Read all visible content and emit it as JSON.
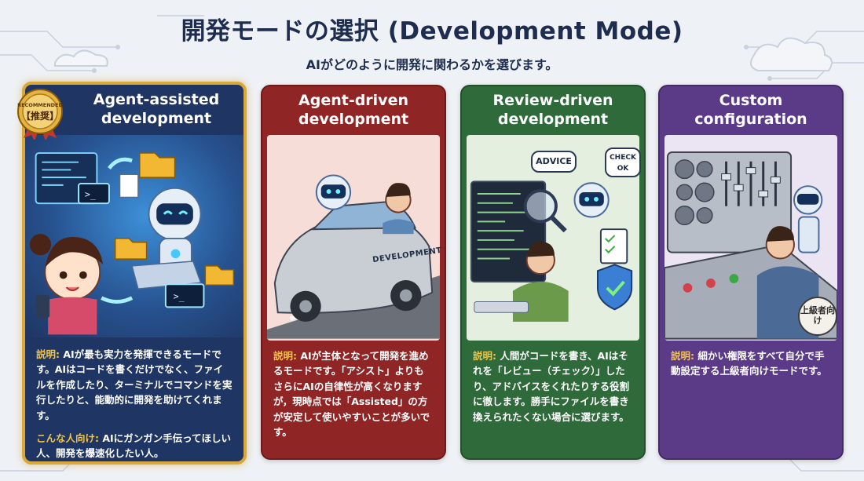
{
  "header": {
    "title": "開発モードの選択 (Development Mode)",
    "subtitle": "AIがどのように開発に関わるかを選びます。"
  },
  "badge": {
    "top": "RECOMMENDED",
    "main": "【推奨】"
  },
  "cards": [
    {
      "title": "Agent-assisted development",
      "desc_label": "説明:",
      "desc": " AIが最も実力を発揮できるモードです。AIはコードを書くだけでなく、ファイルを作成したり、ターミナルでコマンドを実行したりと、能動的に開発を助けてくれます。",
      "who_label": "こんな人向け:",
      "who": " AIにガンガン手伝ってほしい人、開発を爆速化したい人。",
      "color": "#1f3563"
    },
    {
      "title": "Agent-driven development",
      "desc_label": "説明:",
      "desc": " AIが主体となって開発を進めるモードです。「アシスト」よりもさらにAIの自律性が高くなりますが，現時点では「Assisted」の方が安定して使いやすいことが多いです。",
      "car_text": "DEVELOPMENT",
      "color": "#8f2525"
    },
    {
      "title": "Review-driven development",
      "desc_label": "説明:",
      "desc": " 人間がコードを書き、AIはそれを「レビュー（チェック）」したり、アドバイスをくれたりする役割に徹します。勝手にファイルを書き換えられたくない場合に選びます。",
      "bubble_advice": "ADVICE",
      "bubble_check": "CHECK OK",
      "color": "#2f6a3a"
    },
    {
      "title": "Custom configuration",
      "desc_label": "説明:",
      "desc": " 細かい権限をすべて自分で手動設定する上級者向けモードです。",
      "stamp": "上級者向け",
      "color": "#5b3a87"
    }
  ],
  "colors": {
    "accent_gold": "#d9a73a",
    "label_yellow": "#f4c542",
    "background": "#eef1f5"
  }
}
